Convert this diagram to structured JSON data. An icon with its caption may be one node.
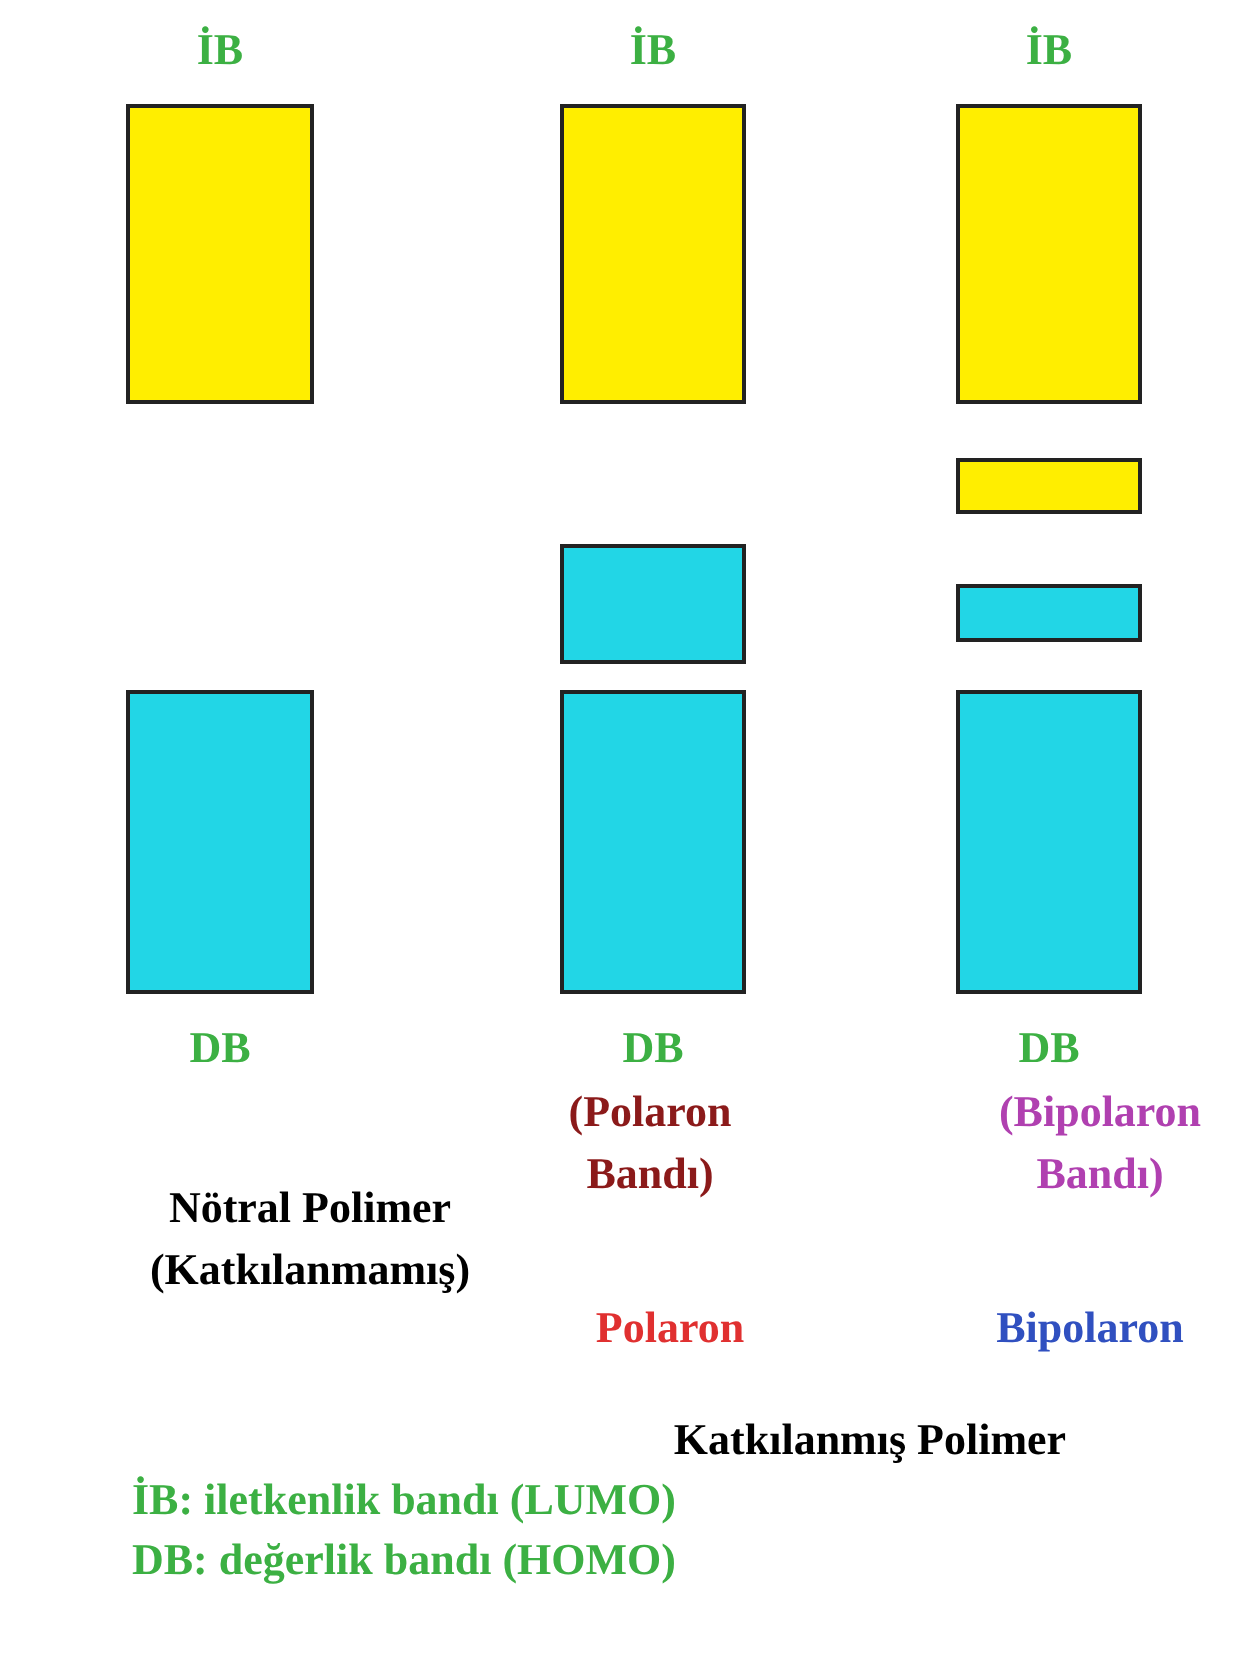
{
  "diagram": {
    "nodes": [
      {
        "text": [
          "İB"
        ]
      },
      {
        "text": [
          "DB"
        ]
      },
      {
        "text": [
          "İB"
        ]
      },
      {
        "text": [],
        "shape": "box"
      },
      {
        "text": [
          "DB"
        ]
      },
      {
        "text": [
          "İB"
        ]
      },
      {
        "text": [],
        "shape": "box"
      },
      {
        "text": [],
        "shape": "box"
      },
      {
        "text": [
          "DB"
        ]
      }
    ],
    "labels": [
      "(Polaron Bandı)",
      "(Bipolaron Bandı)",
      "Nötral Polimer (Katkılanmamış)",
      "Polaron",
      "Bipolaron",
      "Katkılanmış Polimer",
      "İB: iletkenlik bandı (LUMO)",
      "DB: değerlik bandı (HOMO)"
    ]
  }
}
